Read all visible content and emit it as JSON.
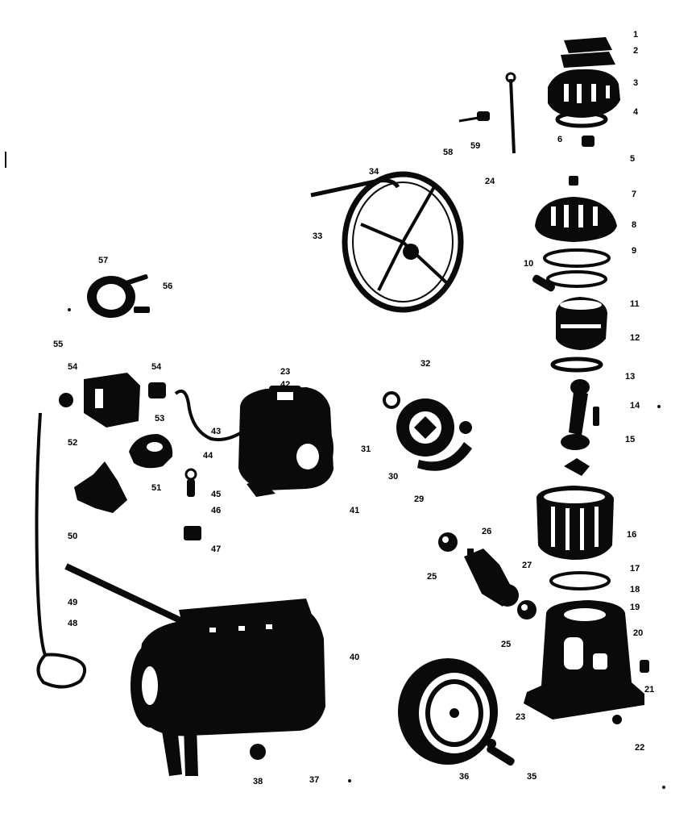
{
  "diagram": {
    "callouts": [
      "1",
      "2",
      "3",
      "4",
      "5",
      "6",
      "7",
      "8",
      "9",
      "10",
      "11",
      "12",
      "13",
      "14",
      "15",
      "16",
      "17",
      "18",
      "19",
      "20",
      "21",
      "22",
      "23",
      "23",
      "24",
      "25",
      "25",
      "26",
      "27",
      "29",
      "30",
      "31",
      "32",
      "33",
      "34",
      "35",
      "36",
      "37",
      "38",
      "40",
      "41",
      "42",
      "43",
      "44",
      "45",
      "46",
      "47",
      "48",
      "49",
      "50",
      "51",
      "52",
      "53",
      "54",
      "54",
      "55",
      "56",
      "57",
      "58",
      "59"
    ]
  },
  "labels": {
    "l1": "1",
    "l2": "2",
    "l3": "3",
    "l4": "4",
    "l5": "5",
    "l6": "6",
    "l7": "7",
    "l8": "8",
    "l9": "9",
    "l10": "10",
    "l11": "11",
    "l12": "12",
    "l13": "13",
    "l14": "14",
    "l15": "15",
    "l16": "16",
    "l17": "17",
    "l18": "18",
    "l19": "19",
    "l20": "20",
    "l21": "21",
    "l22": "22",
    "l23a": "23",
    "l23b": "23",
    "l24": "24",
    "l25a": "25",
    "l25b": "25",
    "l26": "26",
    "l27": "27",
    "l29": "29",
    "l30": "30",
    "l31": "31",
    "l32": "32",
    "l33": "33",
    "l34": "34",
    "l35": "35",
    "l36": "36",
    "l37": "37",
    "l38": "38",
    "l40": "40",
    "l41": "41",
    "l42": "42",
    "l43": "43",
    "l44": "44",
    "l45": "45",
    "l46": "46",
    "l47": "47",
    "l48": "48",
    "l49": "49",
    "l50": "50",
    "l51": "51",
    "l52": "52",
    "l53": "53",
    "l54a": "54",
    "l54b": "54",
    "l55": "55",
    "l56": "56",
    "l57": "57",
    "l58": "58",
    "l59": "59"
  }
}
